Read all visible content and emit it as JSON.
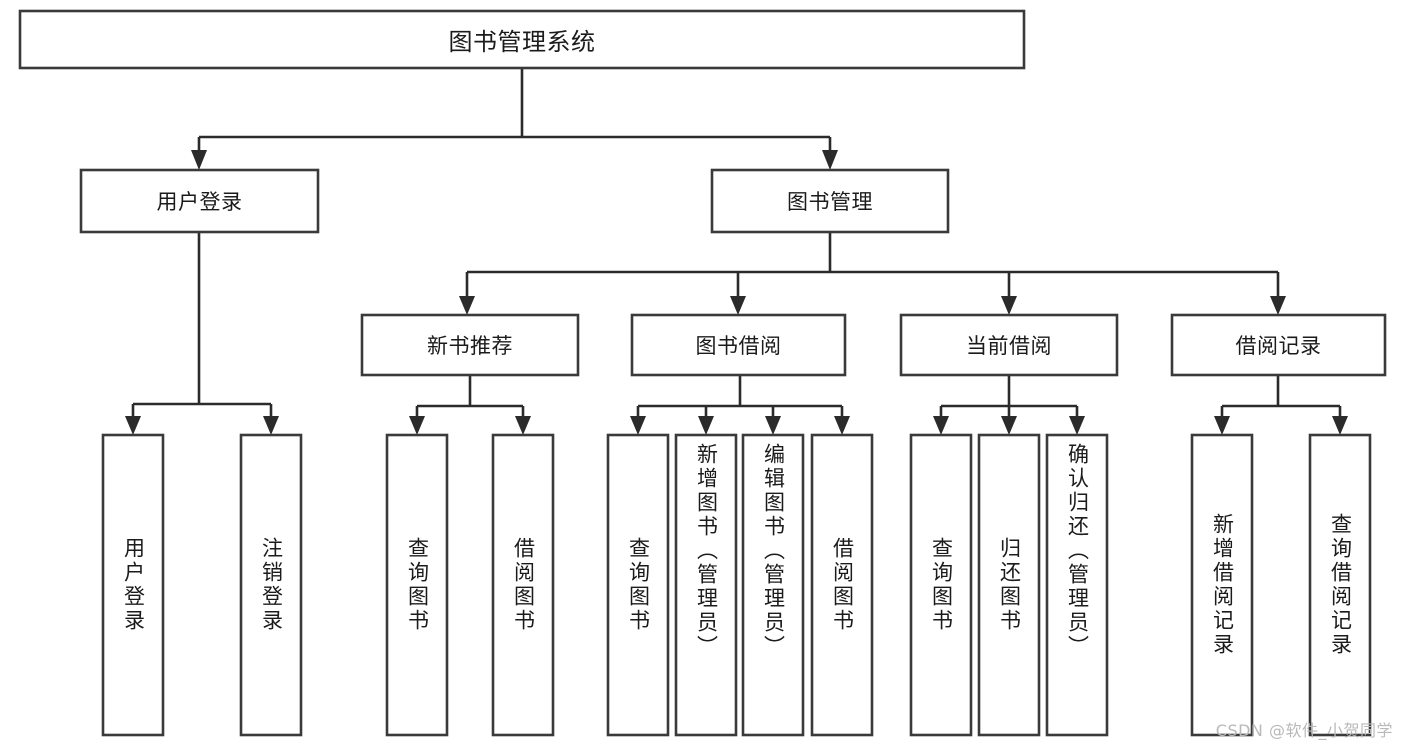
{
  "diagram": {
    "type": "tree",
    "title": "图书管理系统",
    "watermark": "CSDN @软件_小贺同学",
    "colors": {
      "box_stroke": "#3a3a3a",
      "connector": "#2b2b2b",
      "box_fill": "#ffffff",
      "text": "#1b1b1b",
      "watermark": "#b9b9b9",
      "background": "#ffffff"
    },
    "levels": {
      "root": "图书管理系统",
      "level2": [
        "用户登录",
        "图书管理"
      ],
      "level3": [
        "新书推荐",
        "图书借阅",
        "当前借阅",
        "借阅记录"
      ],
      "leaves": [
        "用户登录",
        "注销登录",
        "查询图书",
        "借阅图书",
        "查询图书",
        "新增图书（管理员）",
        "编辑图书（管理员）",
        "借阅图书",
        "查询图书",
        "归还图书",
        "确认归还（管理员）",
        "新增借阅记录",
        "查询借阅记录"
      ]
    },
    "nodes": {
      "root": {
        "label": "图书管理系统"
      },
      "user_login": {
        "label": "用户登录"
      },
      "book_manage": {
        "label": "图书管理"
      },
      "new_book_rec": {
        "label": "新书推荐"
      },
      "book_borrow": {
        "label": "图书借阅"
      },
      "current_borrow": {
        "label": "当前借阅"
      },
      "borrow_record": {
        "label": "借阅记录"
      },
      "leaf_user_login": {
        "label": "用户登录"
      },
      "leaf_logout": {
        "label": "注销登录"
      },
      "leaf_query_book_1": {
        "label": "查询图书"
      },
      "leaf_borrow_book_1": {
        "label": "借阅图书"
      },
      "leaf_query_book_2": {
        "label": "查询图书"
      },
      "leaf_add_book": {
        "label": "新增图书（管理员）"
      },
      "leaf_edit_book": {
        "label": "编辑图书（管理员）"
      },
      "leaf_borrow_book_2": {
        "label": "借阅图书"
      },
      "leaf_query_book_3": {
        "label": "查询图书"
      },
      "leaf_return_book": {
        "label": "归还图书"
      },
      "leaf_confirm_return": {
        "label": "确认归还（管理员）"
      },
      "leaf_add_record": {
        "label": "新增借阅记录"
      },
      "leaf_query_record": {
        "label": "查询借阅记录"
      }
    },
    "edges": [
      {
        "from": "root",
        "to": "user_login"
      },
      {
        "from": "root",
        "to": "book_manage"
      },
      {
        "from": "user_login",
        "to": "leaf_user_login"
      },
      {
        "from": "user_login",
        "to": "leaf_logout"
      },
      {
        "from": "book_manage",
        "to": "new_book_rec"
      },
      {
        "from": "book_manage",
        "to": "book_borrow"
      },
      {
        "from": "book_manage",
        "to": "current_borrow"
      },
      {
        "from": "book_manage",
        "to": "borrow_record"
      },
      {
        "from": "new_book_rec",
        "to": "leaf_query_book_1"
      },
      {
        "from": "new_book_rec",
        "to": "leaf_borrow_book_1"
      },
      {
        "from": "book_borrow",
        "to": "leaf_query_book_2"
      },
      {
        "from": "book_borrow",
        "to": "leaf_add_book"
      },
      {
        "from": "book_borrow",
        "to": "leaf_edit_book"
      },
      {
        "from": "book_borrow",
        "to": "leaf_borrow_book_2"
      },
      {
        "from": "current_borrow",
        "to": "leaf_query_book_3"
      },
      {
        "from": "current_borrow",
        "to": "leaf_return_book"
      },
      {
        "from": "current_borrow",
        "to": "leaf_confirm_return"
      },
      {
        "from": "borrow_record",
        "to": "leaf_add_record"
      },
      {
        "from": "borrow_record",
        "to": "leaf_query_record"
      }
    ]
  }
}
